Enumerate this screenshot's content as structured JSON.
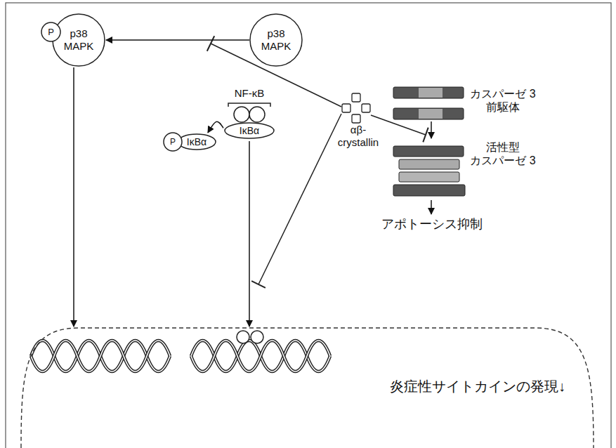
{
  "diagram": {
    "nodes": [
      {
        "text": [
          "p38 MAPK"
        ]
      },
      {
        "text": [
          "P"
        ],
        "in": 0
      },
      {
        "text": [
          "p38 MAPK"
        ]
      },
      {
        "text": [
          "αβ- crystallin"
        ]
      },
      {
        "text": [
          "カスパーゼ 3 前駆体"
        ]
      },
      {
        "text": [
          "活性型 カスパーゼ 3"
        ]
      },
      {
        "text": [
          "アポトーシス抑制"
        ]
      },
      {
        "text": [
          "NF-κB"
        ]
      },
      {
        "text": [
          "IκBα"
        ],
        "in": 7
      },
      {
        "text": [
          "IκBα"
        ]
      },
      {
        "text": [
          "P"
        ],
        "in": 9
      },
      {
        "text": [
          "炎症性サイトカインの発現↓"
        ]
      }
    ],
    "edges": [
      {
        "from": 2,
        "to": 0,
        "arrow": "to"
      },
      {
        "from": 4,
        "to": 5,
        "arrow": "to"
      },
      {
        "from": 5,
        "to": 6,
        "arrow": "to"
      },
      {
        "from": 8,
        "to": 9,
        "arrow": "to"
      },
      {
        "from": 0,
        "to": 11,
        "arrow": "to"
      },
      {
        "from": 7,
        "to": 11,
        "arrow": "to"
      }
    ]
  }
}
